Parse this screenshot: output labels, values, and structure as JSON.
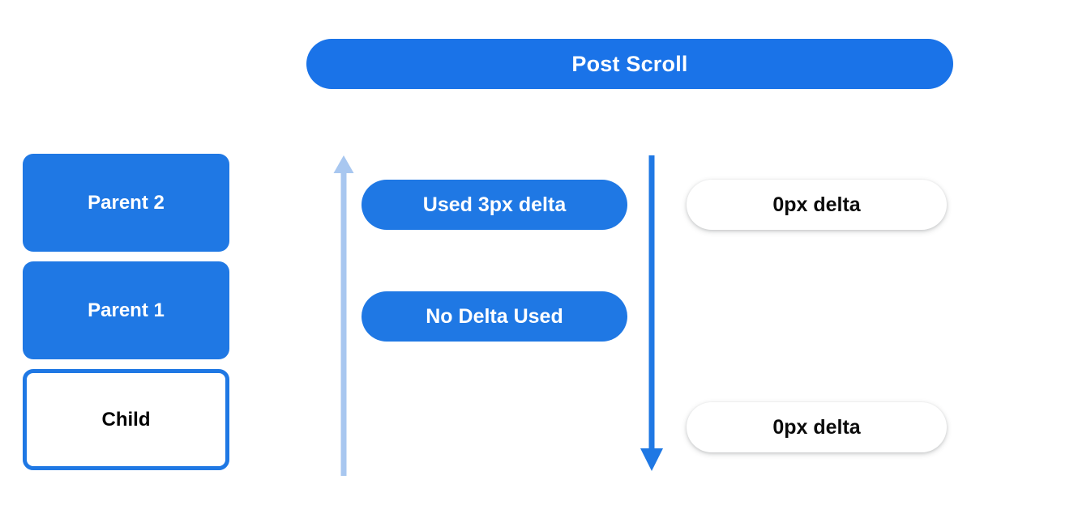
{
  "header": {
    "title": "Post Scroll",
    "background_color": "#1a73e8",
    "text_color": "#ffffff"
  },
  "colors": {
    "accent_blue": "#1f78e4",
    "header_blue": "#1a73e8",
    "light_blue_arrow": "#a8c7f0",
    "solid_blue_arrow": "#1f78e4",
    "page_background": "#ffffff",
    "outlined_box_text": "#000000"
  },
  "node_stack": {
    "items": [
      {
        "label": "Parent 2",
        "style": "filled"
      },
      {
        "label": "Parent 1",
        "style": "filled"
      },
      {
        "label": "Child",
        "style": "outlined"
      }
    ]
  },
  "arrows": [
    {
      "name": "scroll-up-arrow",
      "direction": "up",
      "color": "#a8c7f0"
    },
    {
      "name": "scroll-down-arrow",
      "direction": "down",
      "color": "#1f78e4"
    }
  ],
  "center_column": {
    "pills": [
      {
        "label": "Used 3px delta"
      },
      {
        "label": "No Delta Used"
      }
    ]
  },
  "right_column": {
    "pills": [
      {
        "label": "0px delta"
      },
      {
        "label": "0px delta"
      }
    ]
  }
}
